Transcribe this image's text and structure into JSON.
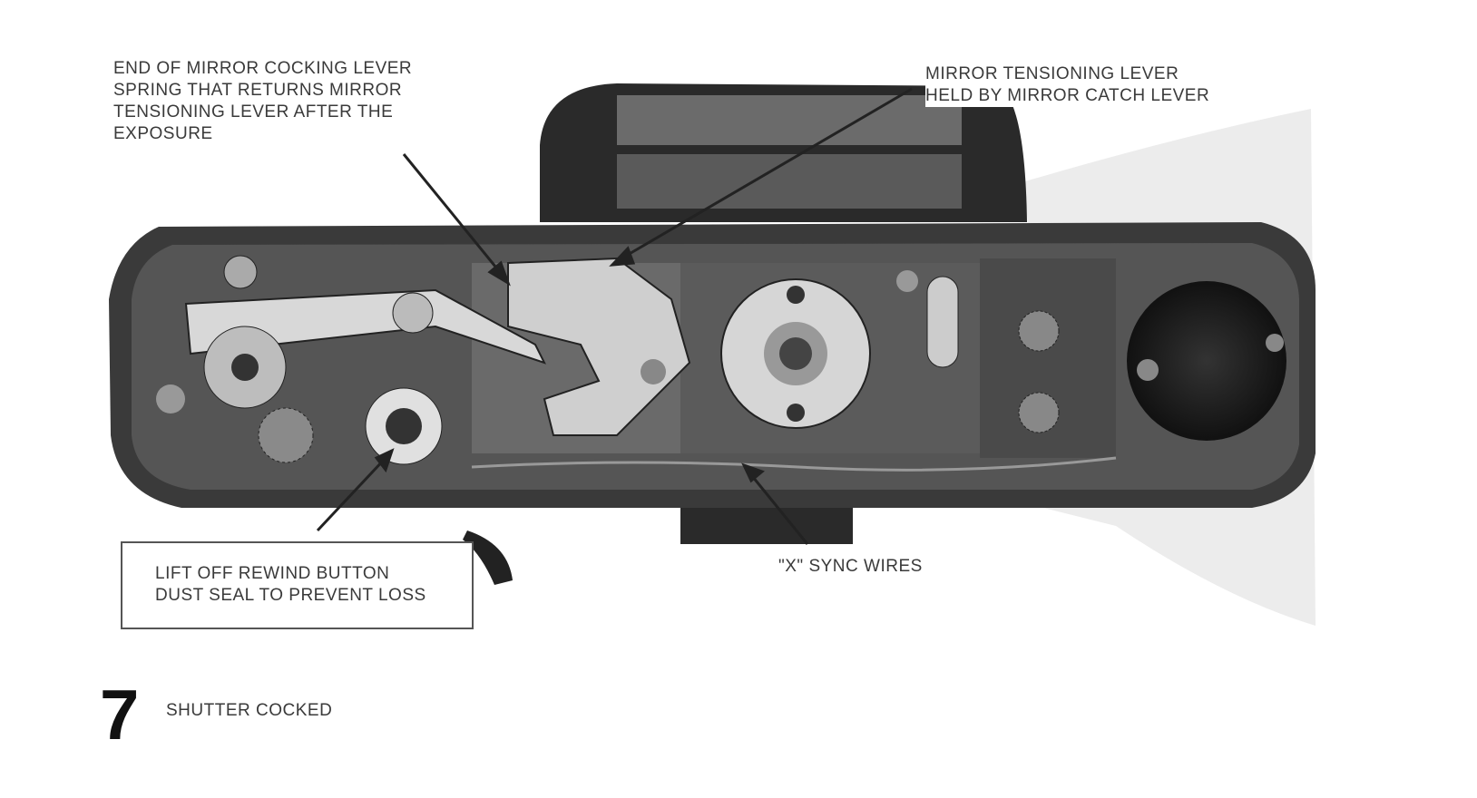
{
  "callouts": {
    "mirror_cocking_spring": "END OF MIRROR COCKING LEVER\nSPRING THAT RETURNS MIRROR\nTENSIONING LEVER AFTER THE\nEXPOSURE",
    "mirror_tensioning_lever": "MIRROR TENSIONING LEVER\nHELD BY MIRROR CATCH LEVER",
    "rewind_button": "LIFT OFF REWIND BUTTON\nDUST SEAL TO PREVENT LOSS",
    "sync_wires": "\"X\" SYNC WIRES"
  },
  "figure": {
    "number": "7",
    "caption": "SHUTTER COCKED"
  }
}
